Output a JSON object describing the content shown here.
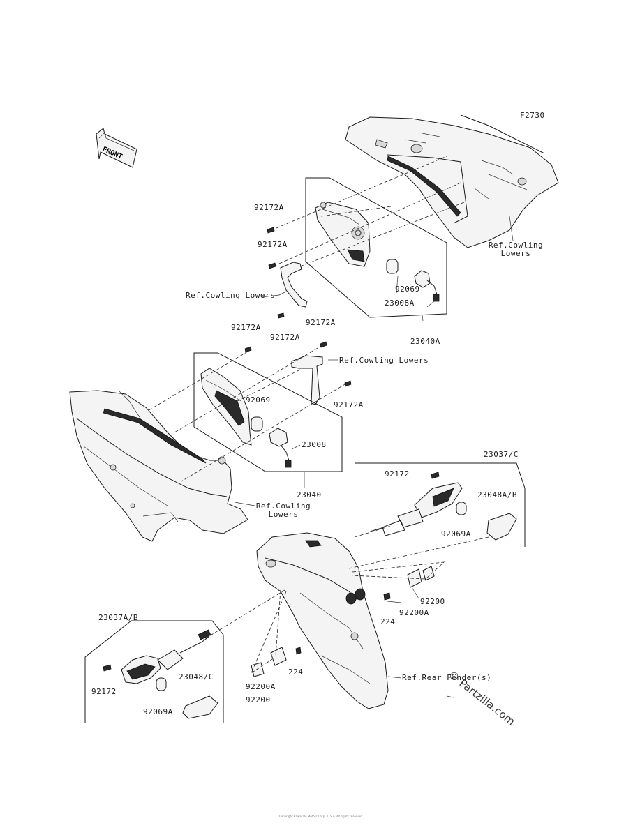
{
  "diagram_code": "F2730",
  "front_arrow": "FRONT",
  "labels": {
    "l_92172A_a": "92172A",
    "l_92172A_b": "92172A",
    "l_ref_cowling_lowers_right": "Ref.Cowling Lowers",
    "l_ref_cowling_lowers_left": "Ref.Cowling Lowers",
    "l_92069_a": "92069",
    "l_23008A": "23008A",
    "l_92172A_c": "92172A",
    "l_23040A": "23040A",
    "l_92172A_d": "92172A",
    "l_92172A_e": "92172A",
    "l_ref_cowling_lowers_mid": "Ref.Cowling Lowers",
    "l_92069_b": "92069",
    "l_92172A_f": "92172A",
    "l_23008": "23008",
    "l_23040": "23040",
    "l_ref_cowling_lowers_bottom": "Ref.Cowling Lowers",
    "l_23037C": "23037/C",
    "l_92172_a": "92172",
    "l_23048AB": "23048A/B",
    "l_92069A_a": "92069A",
    "l_92200_a": "92200",
    "l_92200A_a": "92200A",
    "l_224_a": "224",
    "l_23037AB": "23037A/B",
    "l_92172_b": "92172",
    "l_23048C": "23048/C",
    "l_92069A_b": "92069A",
    "l_224_b": "224",
    "l_92200A_b": "92200A",
    "l_92200_b": "92200",
    "l_ref_rear_fender": "Ref.Rear Fender(s)"
  },
  "watermark": "© Partzilla.com",
  "copyright": "Copyright Kawasaki Motors Corp., U.S.A. All rights reserved."
}
